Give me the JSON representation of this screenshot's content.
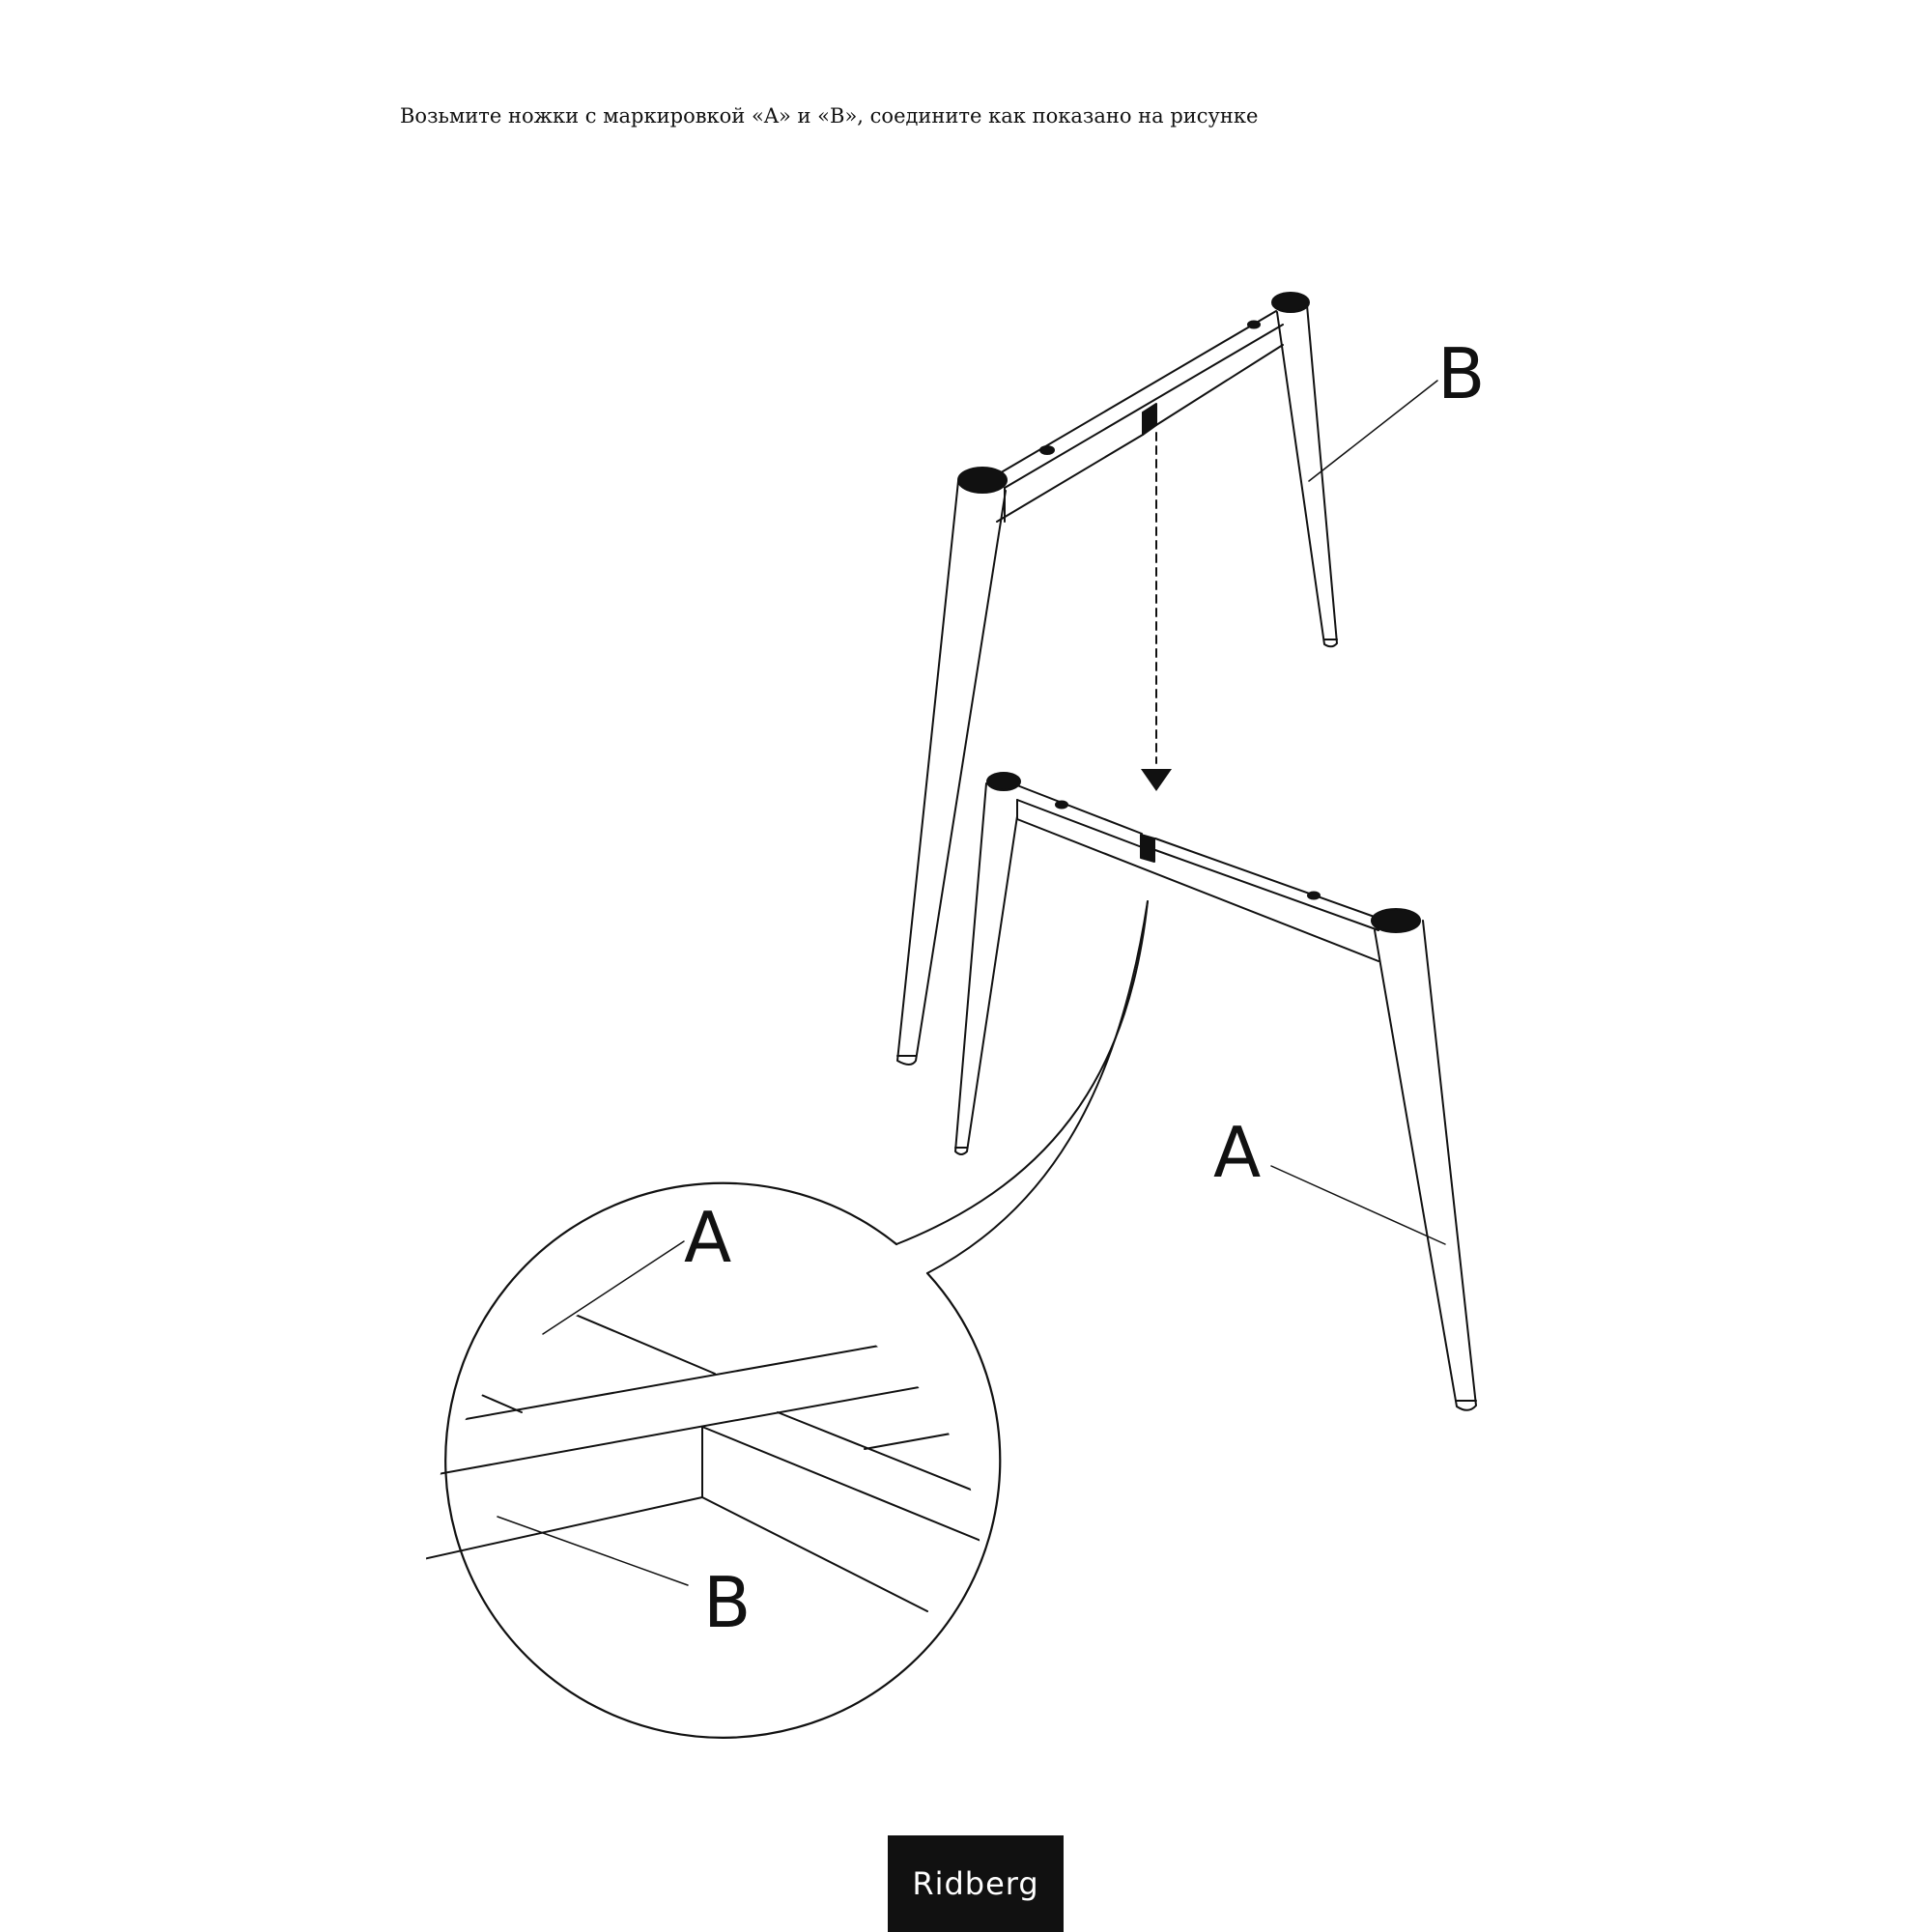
{
  "instruction": "Возьмите ножки с маркировкой «A» и «B», соедините как показано на рисунке",
  "labels": {
    "leg_b": "B",
    "leg_a": "A",
    "detail_a": "A",
    "detail_b": "B"
  },
  "brand": "Ridberg",
  "colors": {
    "ink": "#111111",
    "background": "#ffffff"
  }
}
